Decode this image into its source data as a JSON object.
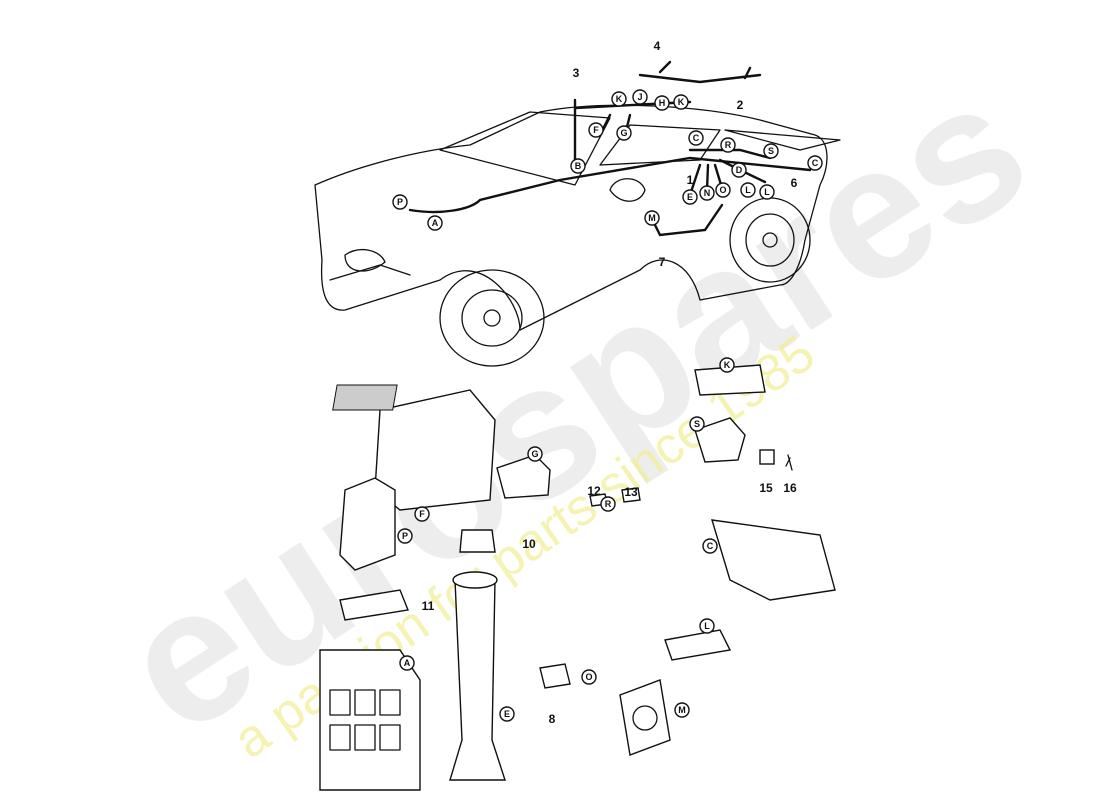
{
  "watermark": {
    "brand": "eurospares",
    "tagline": "a passion for parts since 1985"
  },
  "callouts": [
    "4",
    "3",
    "2",
    "1",
    "6",
    "7",
    "K",
    "J",
    "H",
    "K",
    "F",
    "G",
    "B",
    "C",
    "R",
    "S",
    "C",
    "D",
    "L",
    "L",
    "E",
    "N",
    "O",
    "P",
    "A",
    "M",
    "K",
    "S",
    "12",
    "13",
    "R",
    "15",
    "16",
    "G",
    "F",
    "P",
    "10",
    "11",
    "C",
    "L",
    "O",
    "8",
    "A",
    "E",
    "M"
  ],
  "colors": {
    "line": "#111111",
    "watermark_gray": "#e6e6e6",
    "watermark_yellow": "#f2ef9a"
  }
}
